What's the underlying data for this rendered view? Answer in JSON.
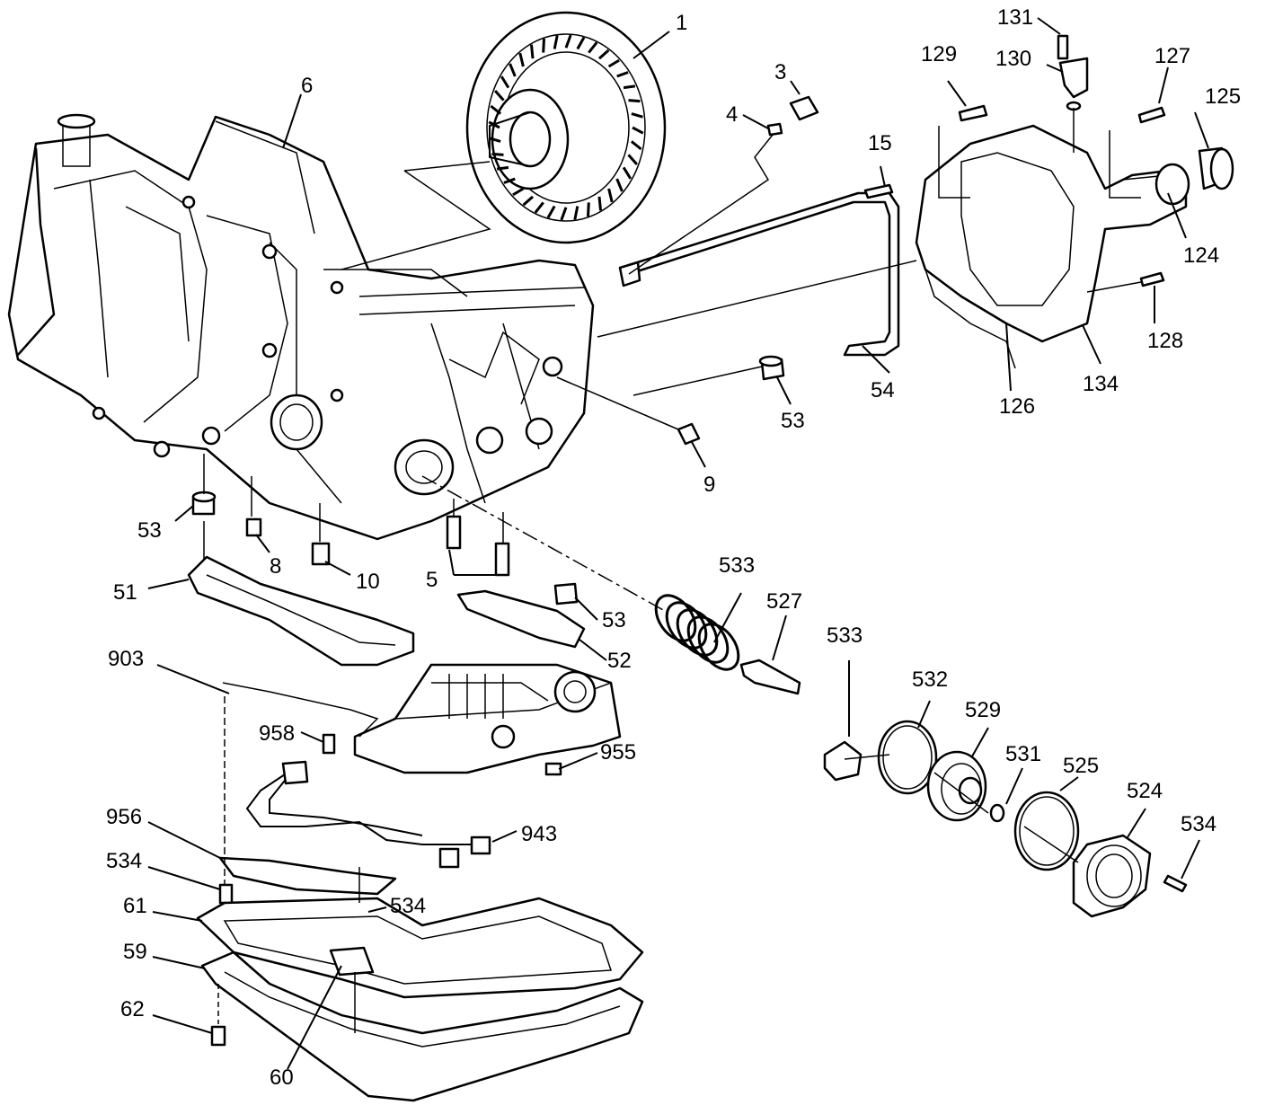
{
  "callouts": [
    {
      "id": "c1",
      "text": "1"
    },
    {
      "id": "c3",
      "text": "3"
    },
    {
      "id": "c4",
      "text": "4"
    },
    {
      "id": "c6",
      "text": "6"
    },
    {
      "id": "c15",
      "text": "15"
    },
    {
      "id": "c129",
      "text": "129"
    },
    {
      "id": "c131",
      "text": "131"
    },
    {
      "id": "c130",
      "text": "130"
    },
    {
      "id": "c127",
      "text": "127"
    },
    {
      "id": "c125",
      "text": "125"
    },
    {
      "id": "c124",
      "text": "124"
    },
    {
      "id": "c128",
      "text": "128"
    },
    {
      "id": "c134",
      "text": "134"
    },
    {
      "id": "c126",
      "text": "126"
    },
    {
      "id": "c54",
      "text": "54"
    },
    {
      "id": "c53a",
      "text": "53"
    },
    {
      "id": "c9",
      "text": "9"
    },
    {
      "id": "c53b",
      "text": "53"
    },
    {
      "id": "c8",
      "text": "8"
    },
    {
      "id": "c10",
      "text": "10"
    },
    {
      "id": "c5",
      "text": "5"
    },
    {
      "id": "c51",
      "text": "51"
    },
    {
      "id": "c53c",
      "text": "53"
    },
    {
      "id": "c52",
      "text": "52"
    },
    {
      "id": "c533a",
      "text": "533"
    },
    {
      "id": "c527",
      "text": "527"
    },
    {
      "id": "c533b",
      "text": "533"
    },
    {
      "id": "c532",
      "text": "532"
    },
    {
      "id": "c529",
      "text": "529"
    },
    {
      "id": "c531",
      "text": "531"
    },
    {
      "id": "c525",
      "text": "525"
    },
    {
      "id": "c524",
      "text": "524"
    },
    {
      "id": "c534a",
      "text": "534"
    },
    {
      "id": "c903",
      "text": "903"
    },
    {
      "id": "c958",
      "text": "958"
    },
    {
      "id": "c955",
      "text": "955"
    },
    {
      "id": "c956",
      "text": "956"
    },
    {
      "id": "c943",
      "text": "943"
    },
    {
      "id": "c534b",
      "text": "534"
    },
    {
      "id": "c534c",
      "text": "534"
    },
    {
      "id": "c61",
      "text": "61"
    },
    {
      "id": "c59",
      "text": "59"
    },
    {
      "id": "c62",
      "text": "62"
    },
    {
      "id": "c60",
      "text": "60"
    }
  ]
}
